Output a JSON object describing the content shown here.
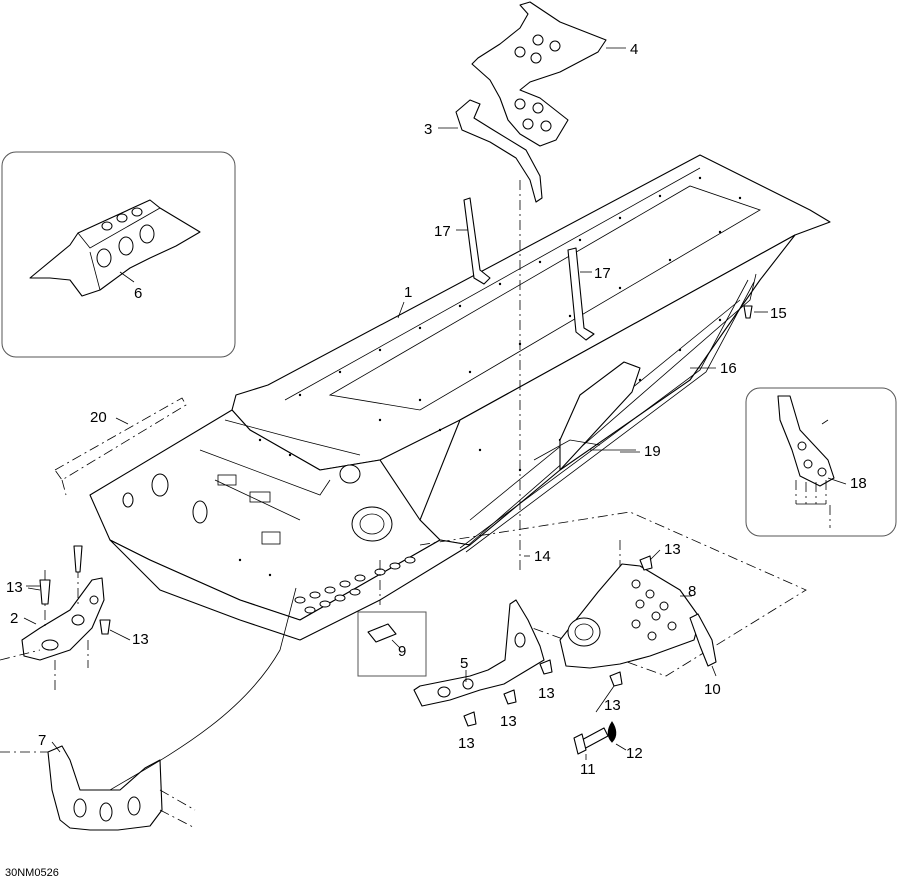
{
  "diagram_code": "30NM0526",
  "callouts": [
    "1",
    "2",
    "3",
    "4",
    "5",
    "6",
    "7",
    "8",
    "9",
    "10",
    "11",
    "12",
    "13",
    "14",
    "15",
    "16",
    "17",
    "18",
    "19",
    "20"
  ],
  "callout_13_repeats": [
    "13",
    "13",
    "13",
    "13",
    "13",
    "13",
    "13"
  ],
  "callout_17_repeat": "17"
}
